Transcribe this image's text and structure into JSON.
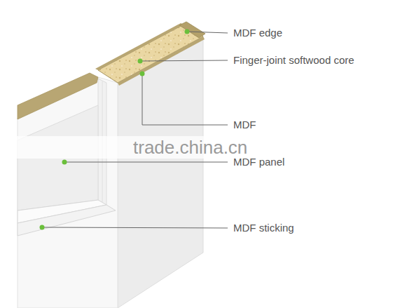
{
  "diagram": {
    "labels": [
      "MDF edge",
      "Finger-joint softwood core",
      "MDF",
      "trade.china.cn",
      "MDF panel",
      "MDF sticking"
    ]
  }
}
